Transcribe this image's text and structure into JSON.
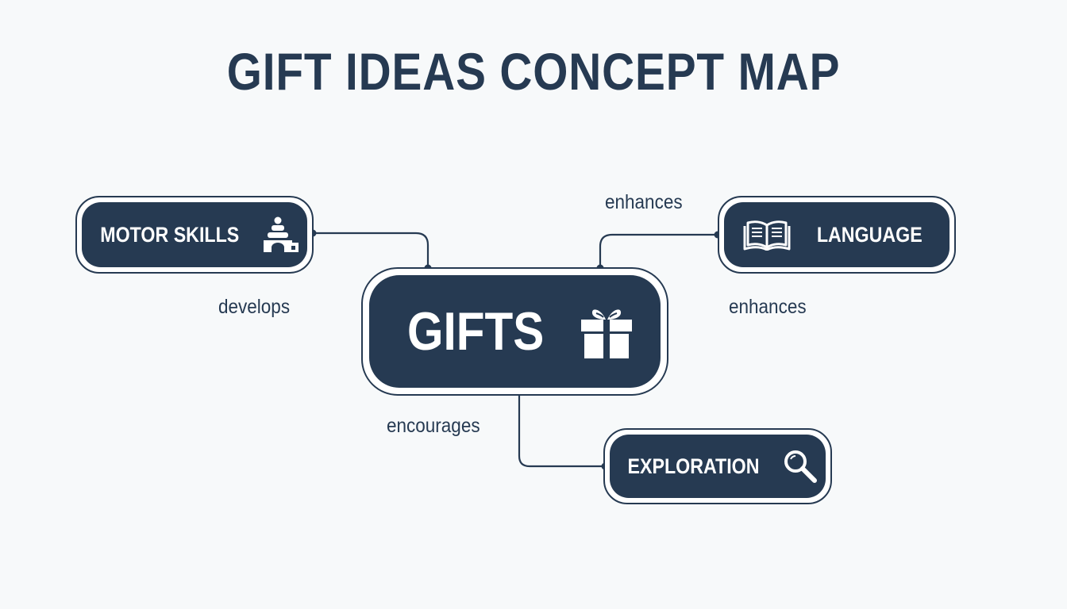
{
  "title": "GIFT IDEAS CONCEPT MAP",
  "colors": {
    "ink": "#263a52",
    "background": "#f7f9fa",
    "node_text": "#ffffff"
  },
  "nodes": {
    "center": {
      "label": "GIFTS",
      "icon": "gift-icon"
    },
    "motor_skills": {
      "label": "MOTOR SKILLS",
      "icon": "stacking-toy-icon"
    },
    "language": {
      "label": "LANGUAGE",
      "icon": "open-book-icon"
    },
    "exploration": {
      "label": "EXPLORATION",
      "icon": "magnifier-icon"
    }
  },
  "edges": [
    {
      "from": "GIFTS",
      "to": "MOTOR SKILLS",
      "label": "develops"
    },
    {
      "from": "GIFTS",
      "to": "LANGUAGE",
      "label": "enhances"
    },
    {
      "from": "GIFTS",
      "to": "LANGUAGE",
      "label": "enhances"
    },
    {
      "from": "GIFTS",
      "to": "EXPLORATION",
      "label": "encourages"
    }
  ]
}
